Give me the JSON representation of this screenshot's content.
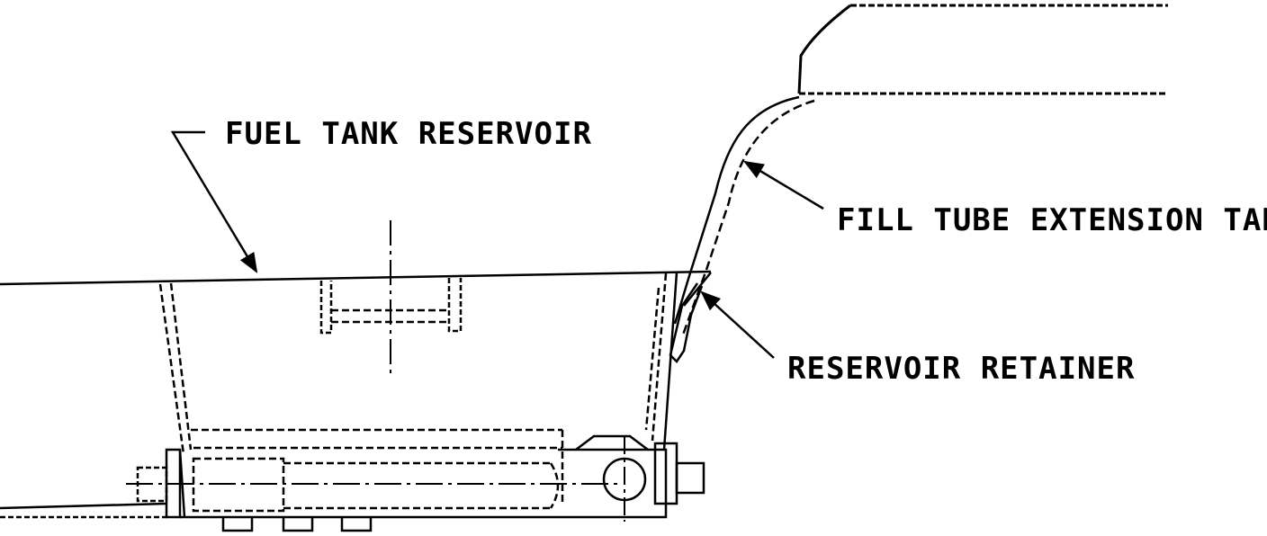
{
  "labels": {
    "fuel_tank_reservoir": "FUEL TANK RESERVOIR",
    "fill_tube_extension_tab": "FILL TUBE EXTENSION TAB",
    "reservoir_retainer": "RESERVOIR RETAINER"
  },
  "colors": {
    "ink": "#000000",
    "background": "#ffffff"
  }
}
